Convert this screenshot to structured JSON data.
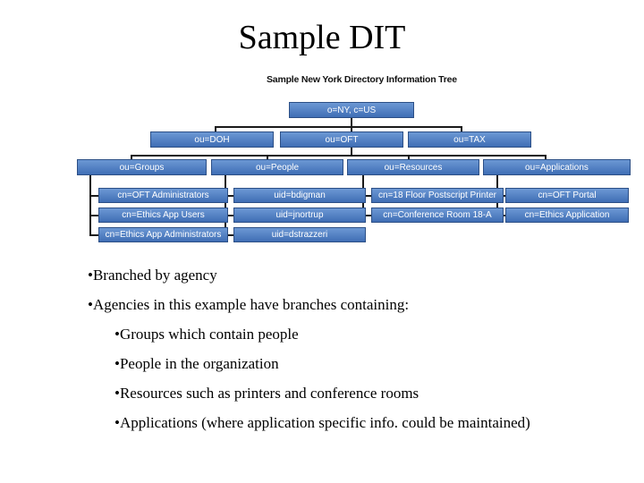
{
  "slide": {
    "title": "Sample DIT",
    "tree_title": "Sample New York Directory Information Tree"
  },
  "tree": {
    "root": "o=NY, c=US",
    "agencies": [
      "ou=DOH",
      "ou=OFT",
      "ou=TAX"
    ],
    "branches": [
      "ou=Groups",
      "ou=People",
      "ou=Resources",
      "ou=Applications"
    ],
    "groups": [
      "cn=OFT Administrators",
      "cn=Ethics App Users",
      "cn=Ethics App Administrators"
    ],
    "people": [
      "uid=bdigman",
      "uid=jnortrup",
      "uid=dstrazzeri"
    ],
    "resources": [
      "cn=18 Floor Postscript Printer",
      "cn=Conference Room 18-A"
    ],
    "applications": [
      "cn=OFT Portal",
      "cn=Ethics Application"
    ]
  },
  "bullets": {
    "b1": "•Branched by agency",
    "b2": "•Agencies in this example have branches containing:",
    "b3": "•Groups which contain people",
    "b4": "•People in the organization",
    "b5": "•Resources such as printers and conference rooms",
    "b6": "•Applications (where application specific info. could be maintained)"
  }
}
